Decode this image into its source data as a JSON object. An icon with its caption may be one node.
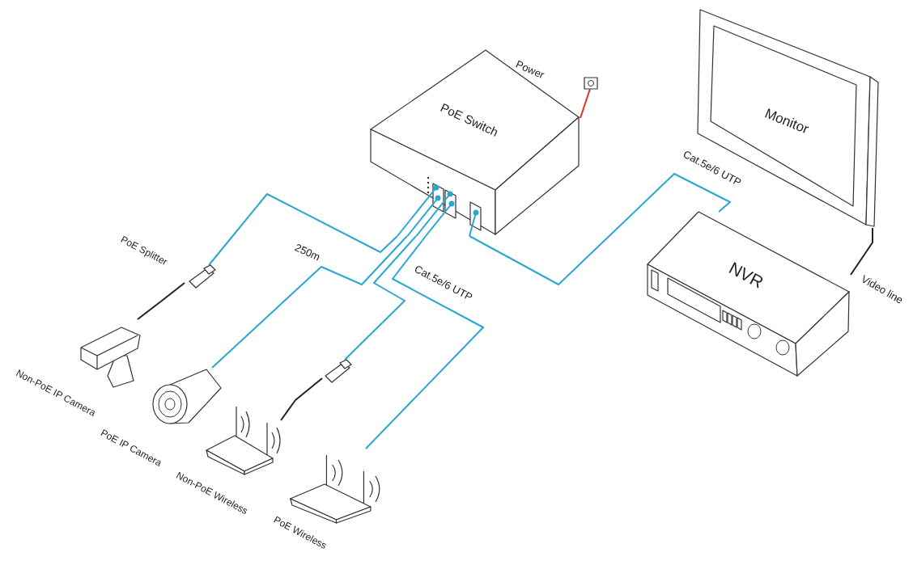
{
  "diagram": {
    "nodes": [
      {
        "text": [
          "PoE Switch"
        ]
      },
      {
        "text": [],
        "shape": "box"
      },
      {
        "text": [
          "Monitor"
        ]
      },
      {
        "text": [
          "NVR"
        ]
      },
      {
        "text": [],
        "shape": "box",
        "beside": [
          "PoE Splitter"
        ]
      },
      {
        "text": [],
        "shape": "picture",
        "beside": [
          "Non-PoE IP Camera"
        ]
      },
      {
        "text": [],
        "shape": "picture",
        "beside": [
          "PoE IP Camera"
        ]
      },
      {
        "text": [],
        "shape": "box"
      },
      {
        "text": [],
        "shape": "picture",
        "beside": [
          "Non-PoE Wireless"
        ]
      },
      {
        "text": [],
        "shape": "picture",
        "beside": [
          "PoE Wireless"
        ]
      }
    ],
    "edges": [
      {
        "from": 1,
        "to": 0,
        "arrow": "none",
        "color": "#e0302a"
      },
      {
        "from": 0,
        "to": 4,
        "arrow": "none"
      },
      {
        "from": 4,
        "to": 5,
        "arrow": "none",
        "color": "#222222"
      },
      {
        "from": 0,
        "to": 6,
        "arrow": "none",
        "label": "250m"
      },
      {
        "from": 0,
        "to": 7,
        "arrow": "none"
      },
      {
        "from": 7,
        "to": 8,
        "arrow": "none",
        "color": "#222222"
      },
      {
        "from": 0,
        "to": 9,
        "arrow": "none",
        "label": "Cat.5e/6 UTP"
      },
      {
        "from": 0,
        "to": 3,
        "arrow": "none",
        "label": "Cat.5e/6 UTP"
      },
      {
        "from": 3,
        "to": 2,
        "arrow": "none",
        "label": "Video line",
        "color": "#222222"
      }
    ],
    "labels": [
      "Power"
    ]
  }
}
